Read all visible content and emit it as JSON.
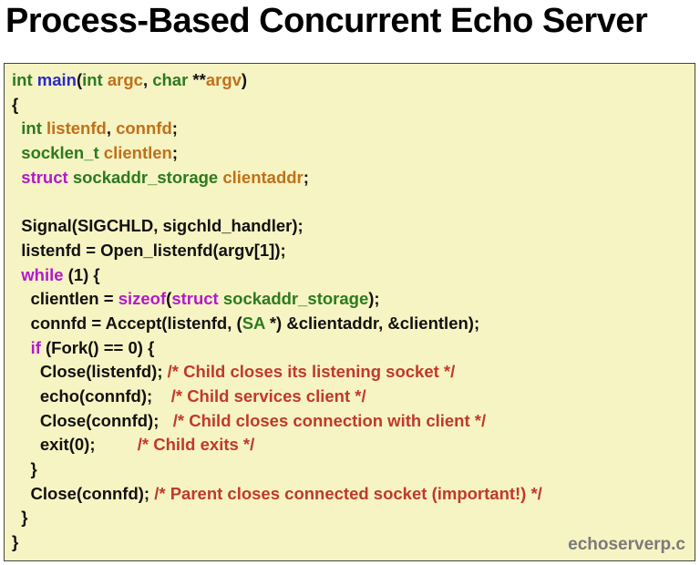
{
  "title": "Process-Based Concurrent Echo Server",
  "filename": "echoserverp.c",
  "code_lines": [
    [
      {
        "t": "type",
        "v": "int"
      },
      {
        "t": "plain",
        "v": " "
      },
      {
        "t": "fn",
        "v": "main"
      },
      {
        "t": "plain",
        "v": "("
      },
      {
        "t": "type",
        "v": "int"
      },
      {
        "t": "plain",
        "v": " "
      },
      {
        "t": "var",
        "v": "argc"
      },
      {
        "t": "plain",
        "v": ", "
      },
      {
        "t": "type",
        "v": "char"
      },
      {
        "t": "plain",
        "v": " **"
      },
      {
        "t": "var",
        "v": "argv"
      },
      {
        "t": "plain",
        "v": ")"
      }
    ],
    [
      {
        "t": "plain",
        "v": "{"
      }
    ],
    [
      {
        "t": "plain",
        "v": "  "
      },
      {
        "t": "type",
        "v": "int"
      },
      {
        "t": "plain",
        "v": " "
      },
      {
        "t": "var",
        "v": "listenfd"
      },
      {
        "t": "plain",
        "v": ", "
      },
      {
        "t": "var",
        "v": "connfd"
      },
      {
        "t": "plain",
        "v": ";"
      }
    ],
    [
      {
        "t": "plain",
        "v": "  "
      },
      {
        "t": "type",
        "v": "socklen_t"
      },
      {
        "t": "plain",
        "v": " "
      },
      {
        "t": "var",
        "v": "clientlen"
      },
      {
        "t": "plain",
        "v": ";"
      }
    ],
    [
      {
        "t": "plain",
        "v": "  "
      },
      {
        "t": "kw",
        "v": "struct"
      },
      {
        "t": "plain",
        "v": " "
      },
      {
        "t": "type",
        "v": "sockaddr_storage"
      },
      {
        "t": "plain",
        "v": " "
      },
      {
        "t": "var",
        "v": "clientaddr"
      },
      {
        "t": "plain",
        "v": ";"
      }
    ],
    [
      {
        "t": "plain",
        "v": ""
      }
    ],
    [
      {
        "t": "plain",
        "v": "  Signal(SIGCHLD, sigchld_handler);"
      }
    ],
    [
      {
        "t": "plain",
        "v": "  listenfd = Open_listenfd(argv[1]);"
      }
    ],
    [
      {
        "t": "plain",
        "v": "  "
      },
      {
        "t": "kw",
        "v": "while"
      },
      {
        "t": "plain",
        "v": " (1) {"
      }
    ],
    [
      {
        "t": "plain",
        "v": "    clientlen = "
      },
      {
        "t": "kw",
        "v": "sizeof"
      },
      {
        "t": "plain",
        "v": "("
      },
      {
        "t": "kw",
        "v": "struct"
      },
      {
        "t": "plain",
        "v": " "
      },
      {
        "t": "type",
        "v": "sockaddr_storage"
      },
      {
        "t": "plain",
        "v": ");"
      }
    ],
    [
      {
        "t": "plain",
        "v": "    connfd = Accept(listenfd, ("
      },
      {
        "t": "type",
        "v": "SA"
      },
      {
        "t": "plain",
        "v": " *) &clientaddr, &clientlen);"
      }
    ],
    [
      {
        "t": "plain",
        "v": "    "
      },
      {
        "t": "kw",
        "v": "if"
      },
      {
        "t": "plain",
        "v": " (Fork() == 0) {"
      }
    ],
    [
      {
        "t": "plain",
        "v": "      Close(listenfd); "
      },
      {
        "t": "cm",
        "v": "/* Child closes its listening socket */"
      }
    ],
    [
      {
        "t": "plain",
        "v": "      echo(connfd);    "
      },
      {
        "t": "cm",
        "v": "/* Child services client */"
      }
    ],
    [
      {
        "t": "plain",
        "v": "      Close(connfd);   "
      },
      {
        "t": "cm",
        "v": "/* Child closes connection with client */"
      }
    ],
    [
      {
        "t": "plain",
        "v": "      exit(0);         "
      },
      {
        "t": "cm",
        "v": "/* Child exits */"
      }
    ],
    [
      {
        "t": "plain",
        "v": "    }"
      }
    ],
    [
      {
        "t": "plain",
        "v": "    Close(connfd); "
      },
      {
        "t": "cm",
        "v": "/* Parent closes connected socket (important!) */"
      }
    ],
    [
      {
        "t": "plain",
        "v": "  }"
      }
    ],
    [
      {
        "t": "plain",
        "v": "}"
      }
    ]
  ]
}
